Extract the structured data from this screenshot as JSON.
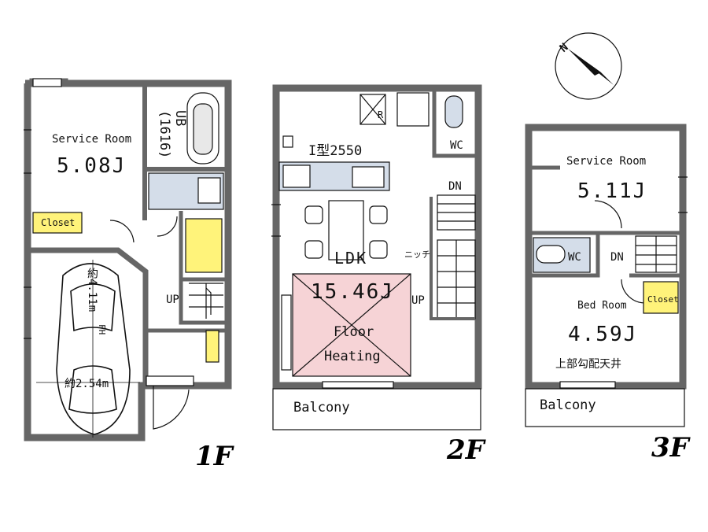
{
  "floors": [
    {
      "label": "1F",
      "service_room": {
        "name": "Service Room",
        "area": "5.08J"
      },
      "closet": "Closet",
      "bath": {
        "name": "UB",
        "size": "(1616)"
      },
      "stairs_up": "UP",
      "parking": {
        "length": "約4.11m",
        "width": "約2.54m",
        "fill_mark": "FH"
      }
    },
    {
      "label": "2F",
      "kitchen": "I型2550",
      "ldk": {
        "name": "LDK",
        "area": "15.46J"
      },
      "floor_heating": [
        "Floor",
        "Heating"
      ],
      "refrigerator": "R",
      "wc": "WC",
      "stairs_down": "DN",
      "stairs_up": "UP",
      "niche": "ニッチ",
      "balcony": "Balcony"
    },
    {
      "label": "3F",
      "service_room": {
        "name": "Service Room",
        "area": "5.11J"
      },
      "wc": "WC",
      "stairs_down": "DN",
      "bedroom": {
        "name": "Bed Room",
        "area": "4.59J",
        "note": "上部勾配天井"
      },
      "closet": "Closet",
      "balcony": "Balcony"
    }
  ],
  "compass": {
    "label": "N"
  },
  "colors": {
    "wall": "#555555",
    "wet_area": "#d4dde9",
    "closet": "#fff37a",
    "floor_heating": "#f6d3d6",
    "line": "#111111"
  }
}
